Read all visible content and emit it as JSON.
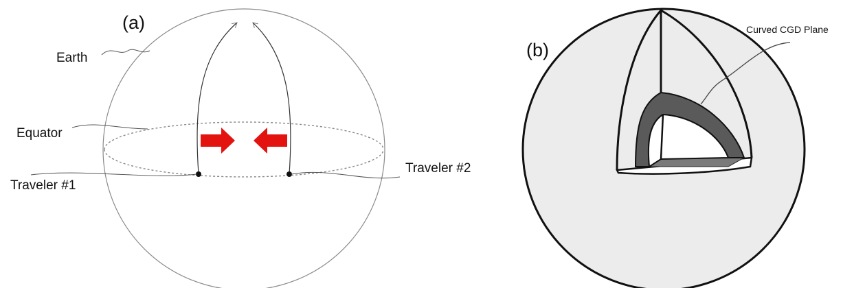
{
  "panel_a": {
    "label": "(a)",
    "earth_label": "Earth",
    "equator_label": "Equator",
    "traveler1_label": "Traveler #1",
    "traveler2_label": "Traveler #2",
    "arrow_color": "#e3130f"
  },
  "panel_b": {
    "label": "(b)",
    "plane_label": "Curved CGD Plane",
    "sphere_fill": "#ececec",
    "band_fill": "#5a5a5a"
  }
}
